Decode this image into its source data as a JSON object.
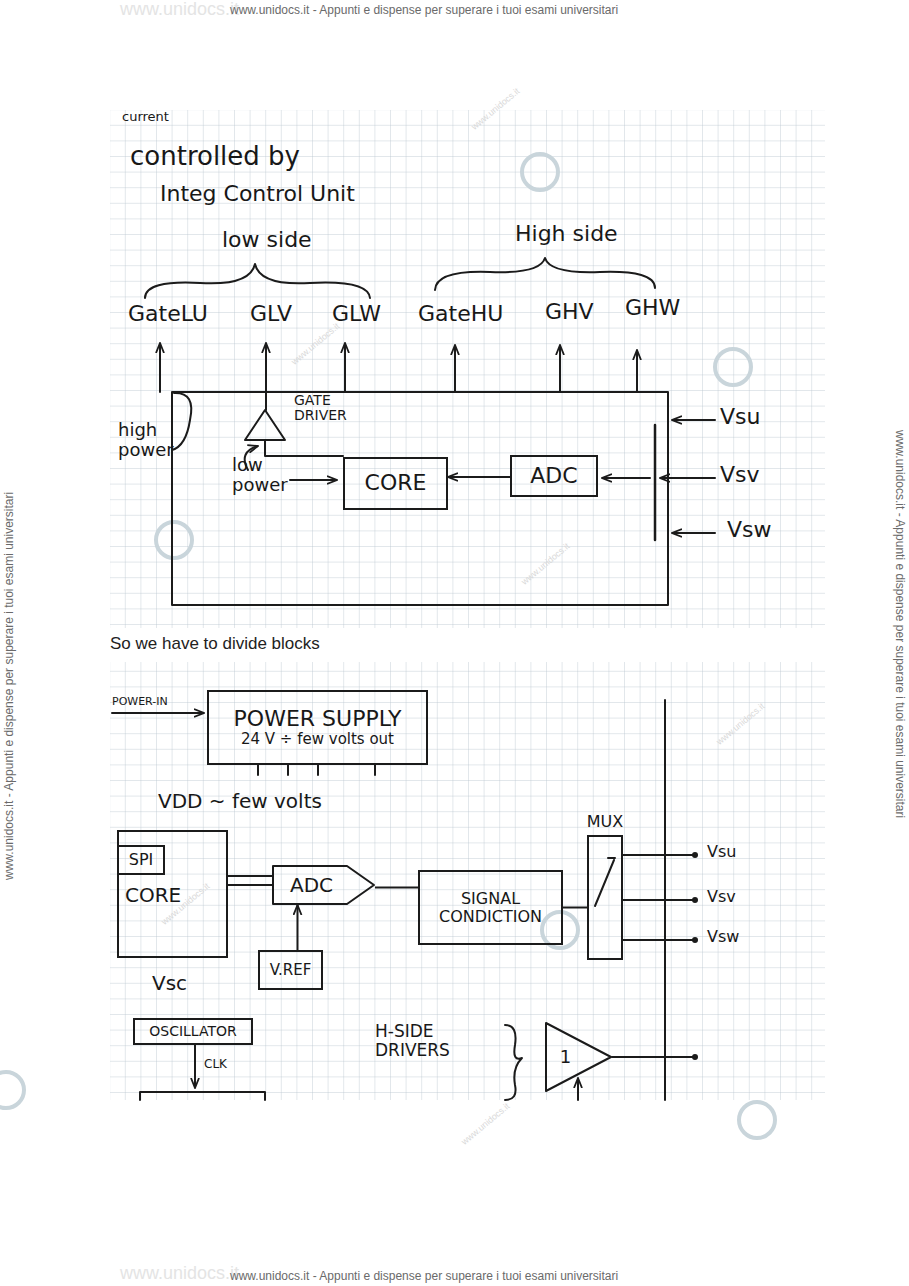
{
  "diagram": {
    "nodes": [
      {
        "text": [
          "CORE"
        ]
      },
      {
        "text": [
          "ADC"
        ]
      },
      {
        "text": [
          "POWER SUPPLY",
          "24 V ÷ few volts out"
        ]
      },
      {
        "text": [
          "CORE"
        ]
      },
      {
        "text": [
          "SPI"
        ],
        "in": 3
      },
      {
        "text": [
          "ADC"
        ]
      },
      {
        "text": [
          "V.REF"
        ]
      },
      {
        "text": [
          "SIGNAL CONDICTION"
        ]
      },
      {
        "text": [
          "MUX"
        ]
      },
      {
        "text": [
          "OSCILLATOR"
        ]
      },
      {
        "text": [
          "1"
        ]
      }
    ],
    "edges": [
      {
        "from": 1,
        "to": 0,
        "arrow": "to"
      },
      {
        "from": 3,
        "to": 5,
        "arrow": "none"
      },
      {
        "from": 6,
        "to": 5,
        "arrow": "to"
      },
      {
        "from": 5,
        "to": 7,
        "arrow": "none"
      },
      {
        "from": 7,
        "to": 8,
        "arrow": "none"
      }
    ],
    "labels": [
      "www.unidocs.it",
      "www.unidocs.it - Appunti e dispense per superare i tuoi esami universitari",
      "current",
      "controlled by",
      "Integ Control Unit",
      "low side",
      "High side",
      "GateLU",
      "GLV",
      "GLW",
      "GateHU",
      "GHV",
      "GHW",
      "GATE DRIVER",
      "high power",
      "low power",
      "Vsu",
      "Vsv",
      "Vsw",
      "So we have to divide blocks",
      "POWER-IN",
      "VDD ~ few volts",
      "Vsu",
      "Vsv",
      "Vsw",
      "Vsc",
      "CLK",
      "H-SIDE DRIVERS",
      "www.unidocs.it",
      "www.unidocs.it - Appunti e dispense per superare i tuoi esami universitari",
      "www.unidocs.it - Appunti e dispense per superare i tuoi esami universitari",
      "www.unidocs.it - Appunti e dispense per superare i tuoi esami universitari",
      "www.unidocs.it",
      "www.unidocs.it",
      "www.unidocs.it",
      "www.unidocs.it",
      "www.unidocs.it",
      "www.unidocs.it"
    ]
  }
}
